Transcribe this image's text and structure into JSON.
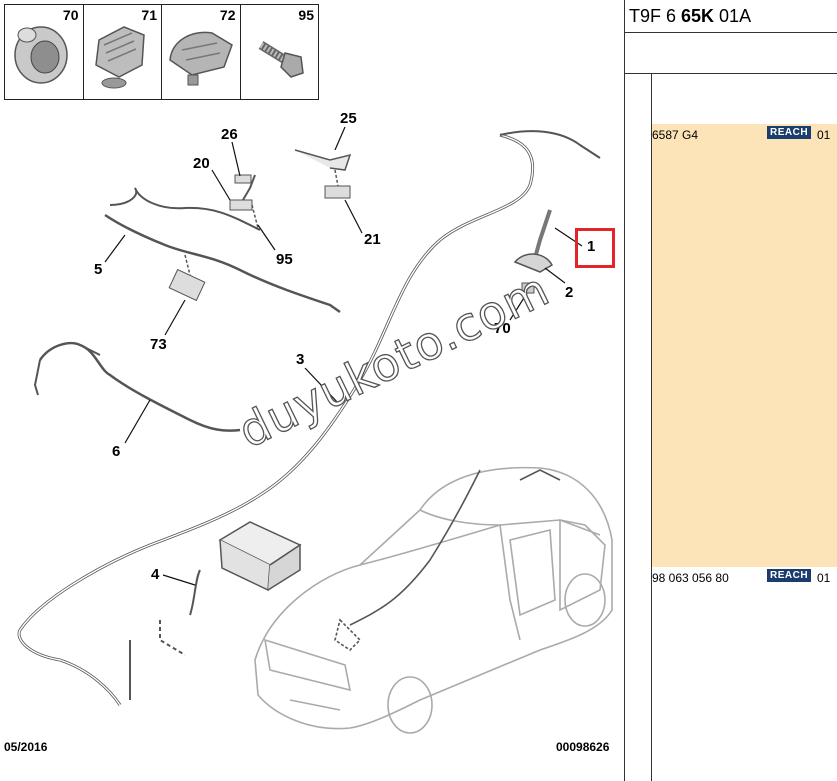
{
  "thumbnails": [
    {
      "number": "70",
      "icon": "grommet-icon"
    },
    {
      "number": "71",
      "icon": "clip-icon"
    },
    {
      "number": "72",
      "icon": "bracket-icon"
    },
    {
      "number": "95",
      "icon": "bolt-icon"
    }
  ],
  "callouts": {
    "c26": "26",
    "c25": "25",
    "c20": "20",
    "c95": "95",
    "c21": "21",
    "c5": "5",
    "c73": "73",
    "c1": "1",
    "c2": "2",
    "c70": "70",
    "c3": "3",
    "c6": "6",
    "c4": "4"
  },
  "watermark": "duyukoto.com",
  "footer": {
    "date": "05/2016",
    "diagram_code": "00098626"
  },
  "panel": {
    "reference": {
      "prefix": "T9F 6 ",
      "bold": "65K",
      "suffix": " 01A"
    },
    "rows": [
      {
        "part_number": "6587 G4",
        "badge": "REACH",
        "qty": "01",
        "highlight": "#fce3b8"
      },
      {
        "part_number": "98 063 056 80",
        "badge": "REACH",
        "qty": "01"
      }
    ]
  },
  "colors": {
    "callout_frame": "#e0262b",
    "reach_badge": "#1b3d6e",
    "row_highlight": "#fce3b8"
  }
}
